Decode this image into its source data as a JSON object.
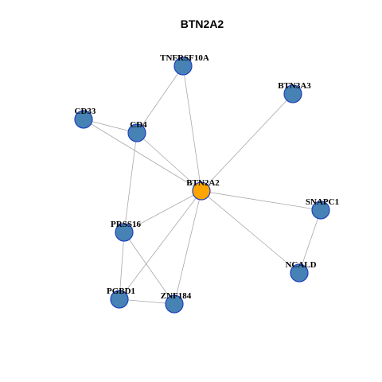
{
  "title": "BTN2A2",
  "colors": {
    "center_node": "#FFA500",
    "node": "#4682B4",
    "node_border": "#1F3FBF",
    "edge": "#A9A9A9"
  },
  "nodes": [
    {
      "id": "BTN2A2",
      "label": "BTN2A2",
      "center": true
    },
    {
      "id": "TNFRSF10A",
      "label": "TNFRSF10A",
      "center": false
    },
    {
      "id": "BTN3A3",
      "label": "BTN3A3",
      "center": false
    },
    {
      "id": "CD33",
      "label": "CD33",
      "center": false
    },
    {
      "id": "CD4",
      "label": "CD4",
      "center": false
    },
    {
      "id": "SNAPC1",
      "label": "SNAPC1",
      "center": false
    },
    {
      "id": "PRSS16",
      "label": "PRSS16",
      "center": false
    },
    {
      "id": "NCALD",
      "label": "NCALD",
      "center": false
    },
    {
      "id": "PGBD1",
      "label": "PGBD1",
      "center": false
    },
    {
      "id": "ZNF184",
      "label": "ZNF184",
      "center": false
    }
  ],
  "edges": [
    [
      "TNFRSF10A",
      "CD4"
    ],
    [
      "TNFRSF10A",
      "BTN2A2"
    ],
    [
      "BTN3A3",
      "BTN2A2"
    ],
    [
      "CD33",
      "CD4"
    ],
    [
      "CD33",
      "BTN2A2"
    ],
    [
      "CD4",
      "BTN2A2"
    ],
    [
      "CD4",
      "PRSS16"
    ],
    [
      "BTN2A2",
      "SNAPC1"
    ],
    [
      "BTN2A2",
      "PRSS16"
    ],
    [
      "BTN2A2",
      "NCALD"
    ],
    [
      "BTN2A2",
      "PGBD1"
    ],
    [
      "BTN2A2",
      "ZNF184"
    ],
    [
      "SNAPC1",
      "NCALD"
    ],
    [
      "PRSS16",
      "PGBD1"
    ],
    [
      "PRSS16",
      "ZNF184"
    ],
    [
      "PGBD1",
      "ZNF184"
    ]
  ]
}
